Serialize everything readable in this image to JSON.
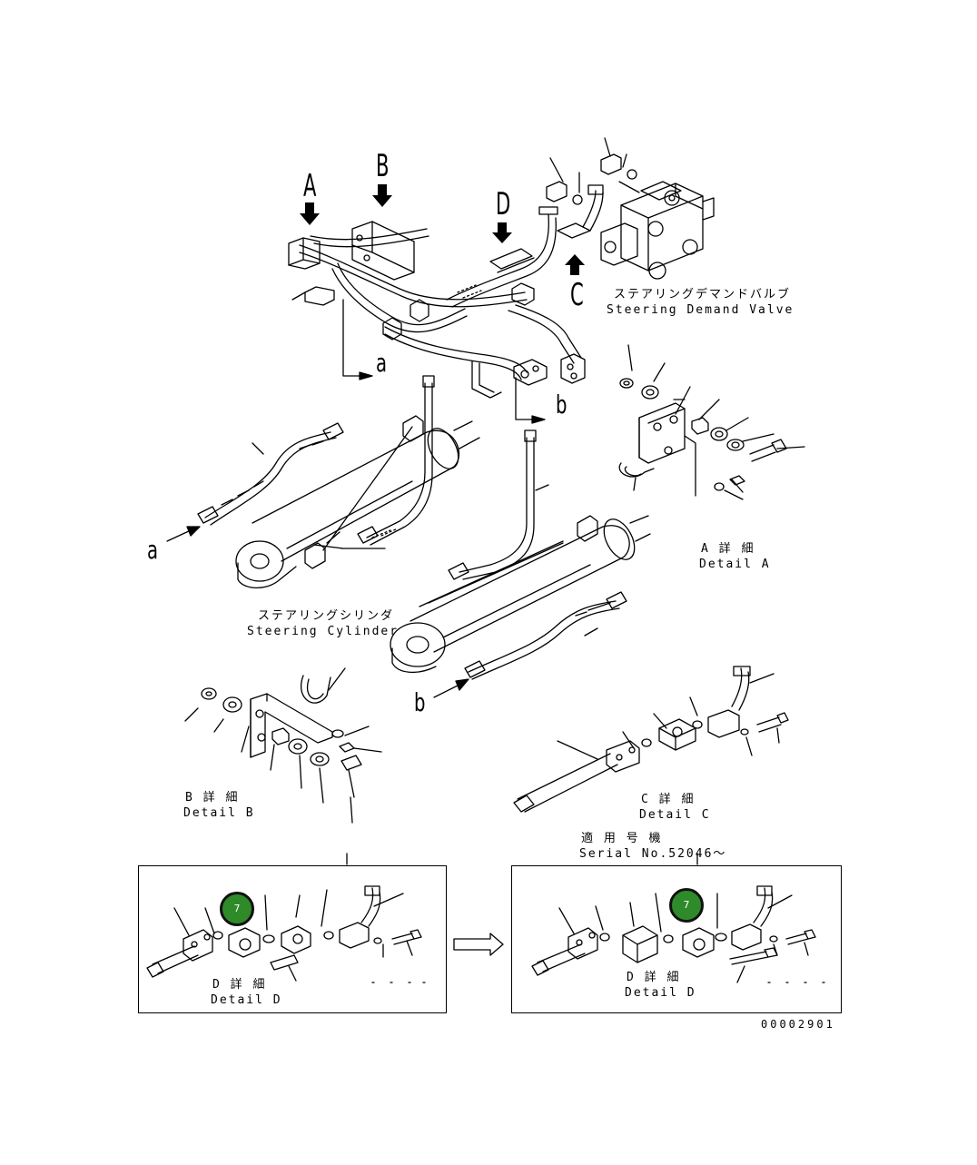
{
  "view_labels": {
    "A": "A",
    "B": "B",
    "C": "C",
    "D": "D",
    "a_top": "a",
    "b_top": "b",
    "a_cyl": "a",
    "b_cyl": "b"
  },
  "valve": {
    "name_jp": "ステアリングデマンドバルブ",
    "name_en": "Steering Demand Valve"
  },
  "cylinder": {
    "name_jp": "ステアリングシリンダ",
    "name_en": "Steering Cylinder"
  },
  "details": {
    "A": {
      "jp": "A 詳 細",
      "en": "Detail A"
    },
    "B": {
      "jp": "B 詳 細",
      "en": "Detail B"
    },
    "C": {
      "jp": "C 詳 細",
      "en": "Detail C"
    },
    "D_left": {
      "jp": "D 詳 細",
      "en": "Detail D"
    },
    "D_right": {
      "jp": "D 詳 細",
      "en": "Detail D"
    }
  },
  "serial": {
    "jp": "適 用 号 機",
    "en": "Serial No.52046～"
  },
  "badges": {
    "left": "7",
    "right": "7"
  },
  "drawing_number": "00002901",
  "colors": {
    "line": "#000000",
    "badge_fill": "#2f8a2a",
    "background": "#ffffff"
  }
}
